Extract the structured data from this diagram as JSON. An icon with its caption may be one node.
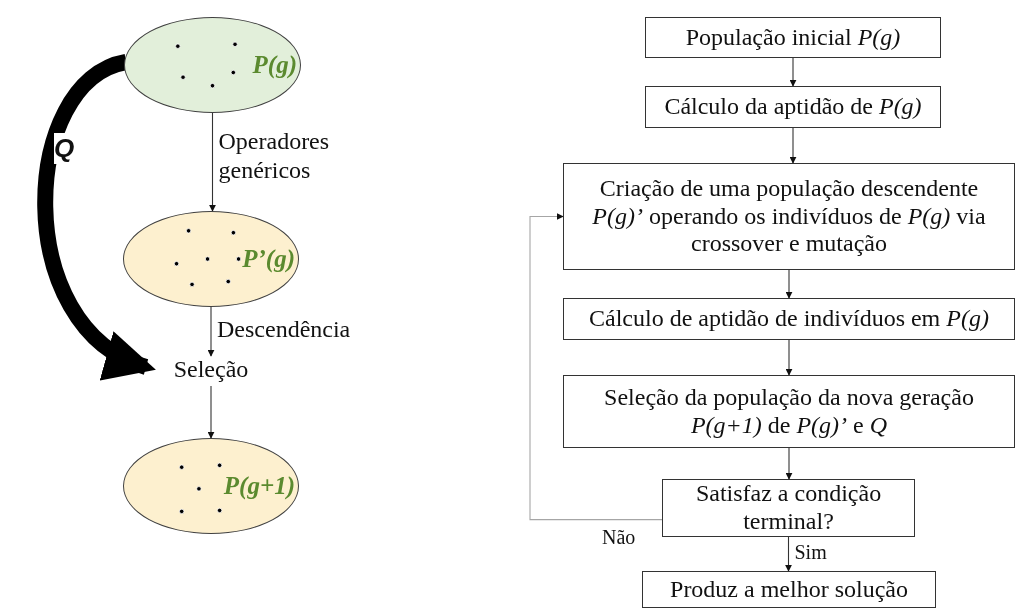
{
  "diagram": {
    "nodes": [
      {
        "text": [
          "P(g)"
        ]
      },
      {
        "text": [
          "P’(g)"
        ]
      },
      {
        "text": [
          "Seleção"
        ]
      },
      {
        "text": [
          "P(g+1)"
        ]
      },
      {
        "text": [
          "População inicial *P(g)*"
        ]
      },
      {
        "text": [
          "Cálculo da aptidão de *P(g)*"
        ]
      },
      {
        "text": [
          "Criação de uma população descendente *P(g)’* operando os indivíduos de *P(g)* via crossover e mutação"
        ]
      },
      {
        "text": [
          "Cálculo de aptidão de indivíduos em *P(g)*"
        ]
      },
      {
        "text": [
          "Seleção da população da nova geração *P(g+1)* de *P(g)’* e *Q*"
        ]
      },
      {
        "text": [
          "Satisfaz a condição terminal?"
        ]
      },
      {
        "text": [
          "Produz a melhor solução"
        ]
      }
    ],
    "edges": [
      {
        "from": 0,
        "to": 1,
        "arrow": "to",
        "label": "Operadores genéricos"
      },
      {
        "from": 1,
        "to": 2,
        "arrow": "to",
        "label": "Descendência"
      },
      {
        "from": 2,
        "to": 3,
        "arrow": "to"
      },
      {
        "from": 0,
        "to": 2,
        "arrow": "to",
        "label": "Q",
        "style": "thick"
      },
      {
        "from": 4,
        "to": 5,
        "arrow": "to"
      },
      {
        "from": 5,
        "to": 6,
        "arrow": "to"
      },
      {
        "from": 6,
        "to": 7,
        "arrow": "to"
      },
      {
        "from": 7,
        "to": 8,
        "arrow": "to"
      },
      {
        "from": 8,
        "to": 9,
        "arrow": "to"
      },
      {
        "from": 9,
        "to": 10,
        "arrow": "to",
        "label": "Sim"
      },
      {
        "from": 9,
        "to": 6,
        "arrow": "to",
        "label": "Não",
        "color": "#a6a6a6"
      }
    ]
  }
}
